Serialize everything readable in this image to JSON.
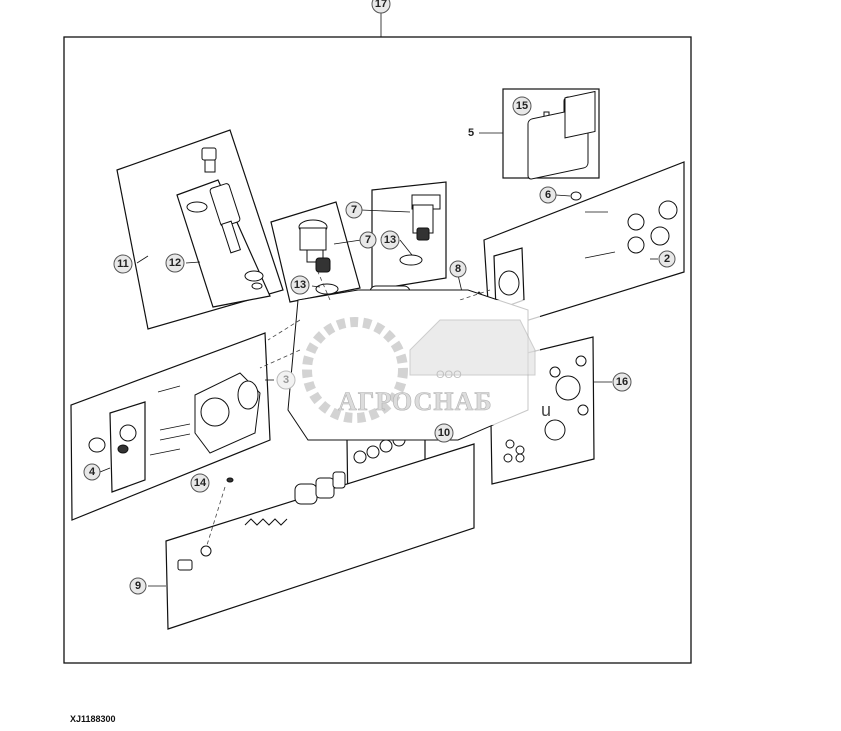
{
  "figure_id": "XJ1188300",
  "callouts": {
    "c17": "17",
    "c5": "5",
    "c15": "15",
    "c6": "6",
    "c7a": "7",
    "c7b": "7",
    "c13a": "13",
    "c13b": "13",
    "c11": "11",
    "c12": "12",
    "c8": "8",
    "c2": "2",
    "c3": "3",
    "c4": "4",
    "c16": "16",
    "c10": "10",
    "c14": "14",
    "c9": "9"
  },
  "watermark": {
    "brand": "АГРОСНАБ",
    "prefix": "ООО",
    "suffix": "u"
  }
}
